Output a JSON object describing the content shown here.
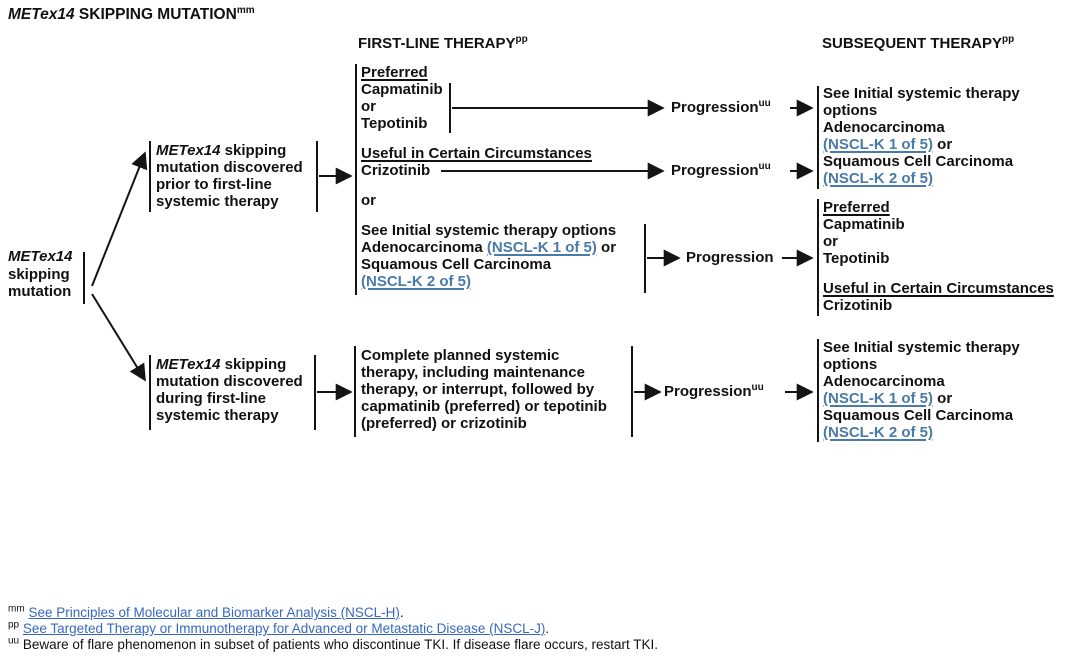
{
  "colors": {
    "ink": "#111111",
    "link_diagram": "#4a7aa8",
    "link_footnote": "#3668c0"
  },
  "title": {
    "em": "METex14",
    "text": " SKIPPING MUTATION",
    "sup": "mm"
  },
  "headers": {
    "first_line": {
      "text": "FIRST-LINE THERAPY",
      "sup": "pp"
    },
    "subsequent": {
      "text": "SUBSEQUENT THERAPY",
      "sup": "pp"
    }
  },
  "root": {
    "l1": "METex14",
    "l2": "skipping",
    "l3": "mutation"
  },
  "branch_prior": {
    "em": "METex14",
    "l1rest": " skipping",
    "l2": "mutation discovered",
    "l3": "prior to first-line",
    "l4": "systemic therapy"
  },
  "branch_during": {
    "em": "METex14",
    "l1rest": " skipping",
    "l2": "mutation discovered",
    "l3": "during first-line",
    "l4": "systemic therapy"
  },
  "first_line_options": {
    "preferred_header": "Preferred",
    "drug1": "Capmatinib",
    "or1": "or",
    "drug2": "Tepotinib",
    "ucc_header": "Useful in Certain Circumstances",
    "drug3": "Crizotinib",
    "or2": "or",
    "see_line1": "See Initial systemic therapy options",
    "adeno": "Adenocarcinoma ",
    "link_k1": "(NSCL-K 1 of 5)",
    "or3": " or",
    "squamous": "Squamous Cell Carcinoma",
    "link_k2": "(NSCL-K 2 of 5)"
  },
  "complete_planned": {
    "l1": "Complete planned systemic",
    "l2": "therapy, including maintenance",
    "l3": "therapy, or interrupt, followed by",
    "l4": "capmatinib (preferred) or tepotinib",
    "l5": "(preferred) or crizotinib"
  },
  "progression": {
    "p1": {
      "text": "Progression",
      "sup": "uu"
    },
    "p2": {
      "text": "Progression",
      "sup": "uu"
    },
    "p3": {
      "text": "Progression",
      "sup": ""
    },
    "p4": {
      "text": "Progression",
      "sup": "uu"
    }
  },
  "subsequent_options": {
    "l1": "See Initial systemic therapy",
    "l2": "options",
    "l3": "Adenocarcinoma",
    "link_k1": "(NSCL-K 1 of 5)",
    "or": " or",
    "l5": "Squamous Cell Carcinoma",
    "link_k2": "(NSCL-K 2 of 5)"
  },
  "subsequent_tki": {
    "preferred_header": "Preferred",
    "drug1": "Capmatinib",
    "or1": "or",
    "drug2": "Tepotinib",
    "ucc_header": "Useful in Certain Circumstances",
    "drug3": "Crizotinib"
  },
  "footnotes": {
    "mm": {
      "sup": "mm",
      "link": "See Principles of Molecular and Biomarker Analysis (NSCL-H)",
      "after": "."
    },
    "pp": {
      "sup": "pp",
      "link": "See Targeted Therapy or Immunotherapy for Advanced or Metastatic Disease (NSCL-J)",
      "after": "."
    },
    "uu": {
      "sup": "uu",
      "text": "Beware of flare phenomenon in subset of patients who discontinue TKI. If disease flare occurs, restart TKI."
    }
  }
}
